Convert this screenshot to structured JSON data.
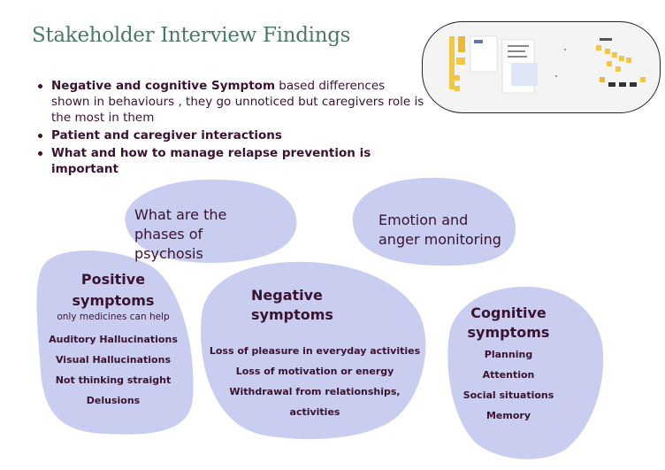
{
  "title": "Stakeholder Interview Findings",
  "bullets": [
    {
      "bold": "Negative and cognitive Symptom",
      "rest": " based differences shown in behaviours , they go unnoticed but caregivers role is the most in them"
    },
    {
      "bold": "Patient and caregiver interactions",
      "rest": ""
    },
    {
      "bold": "What and how to manage relapse prevention is important",
      "rest": ""
    }
  ],
  "blobs": {
    "phases": {
      "line1": "What are the",
      "line2": "phases of psychosis"
    },
    "emotion": {
      "line1": "Emotion and",
      "line2": "anger monitoring"
    },
    "positive": {
      "line1": "Positive",
      "line2": "symptoms",
      "note": "only medicines can help",
      "items": [
        "Auditory Hallucinations",
        "Visual Hallucinations",
        "Not thinking straight",
        "Delusions"
      ]
    },
    "negative": {
      "line1": "Negative",
      "line2": "symptoms",
      "items": [
        "Loss of pleasure in everyday activities",
        "Loss of motivation or energy",
        "Withdrawal from relationships,",
        "activities"
      ]
    },
    "cognitive": {
      "line1": "Cognitive",
      "line2": "symptoms",
      "items": [
        "Planning",
        "Attention",
        "Social situations",
        "Memory"
      ]
    }
  },
  "colors": {
    "blob": "#c9cdf0",
    "title": "#4a7a63",
    "text": "#3a1330"
  }
}
